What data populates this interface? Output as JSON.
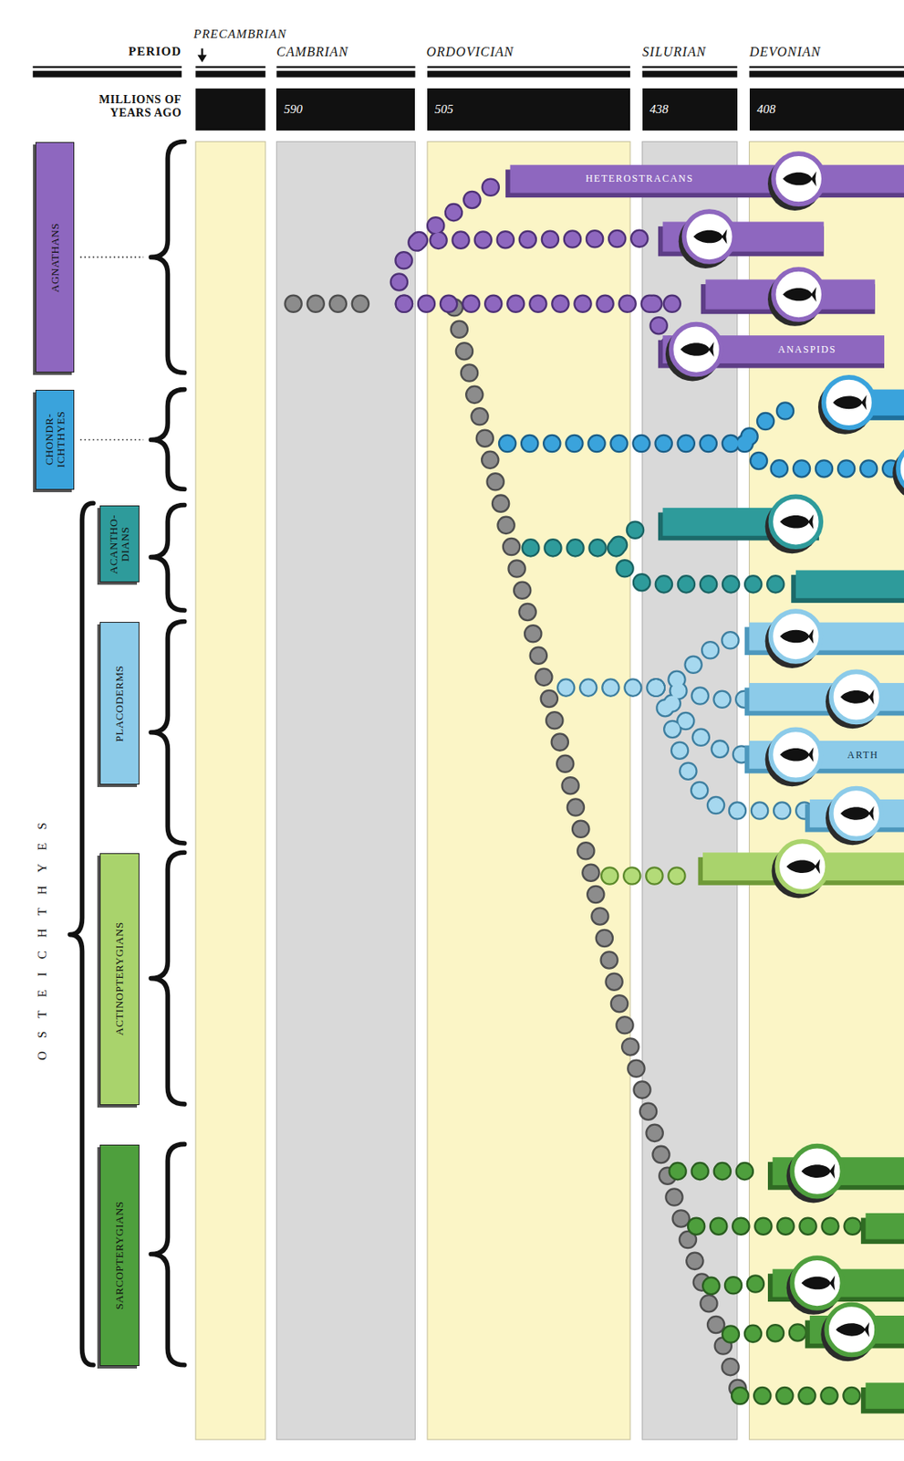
{
  "diagram": {
    "nodes": [
      {
        "text": [
          "590"
        ]
      },
      {
        "text": [
          "505"
        ]
      },
      {
        "text": [
          "438"
        ]
      },
      {
        "text": [
          "408"
        ]
      },
      {
        "text": [
          "AGNATHANS"
        ]
      },
      {
        "text": [
          "HETEROSTRACANS"
        ]
      },
      {
        "text": [
          "ANASPIDS"
        ]
      },
      {
        "text": [
          "CHONDR- ICHTHYES"
        ]
      },
      {
        "text": [
          "ACANTHO- DIANS"
        ]
      },
      {
        "text": [
          "PLACODERMS"
        ]
      },
      {
        "text": [
          "ARTH"
        ]
      },
      {
        "text": [
          "ACTINOPTERYGIANS"
        ]
      },
      {
        "text": [
          "SARCOPTERYGIANS"
        ]
      }
    ],
    "labels": [
      "PERIOD",
      "PRECAMBRIAN",
      "CAMBRIAN",
      "ORDOVICIAN",
      "SILURIAN",
      "DEVONIAN",
      "MILLIONS OF YEARS AGO",
      "OSTEICHTHYES"
    ]
  }
}
